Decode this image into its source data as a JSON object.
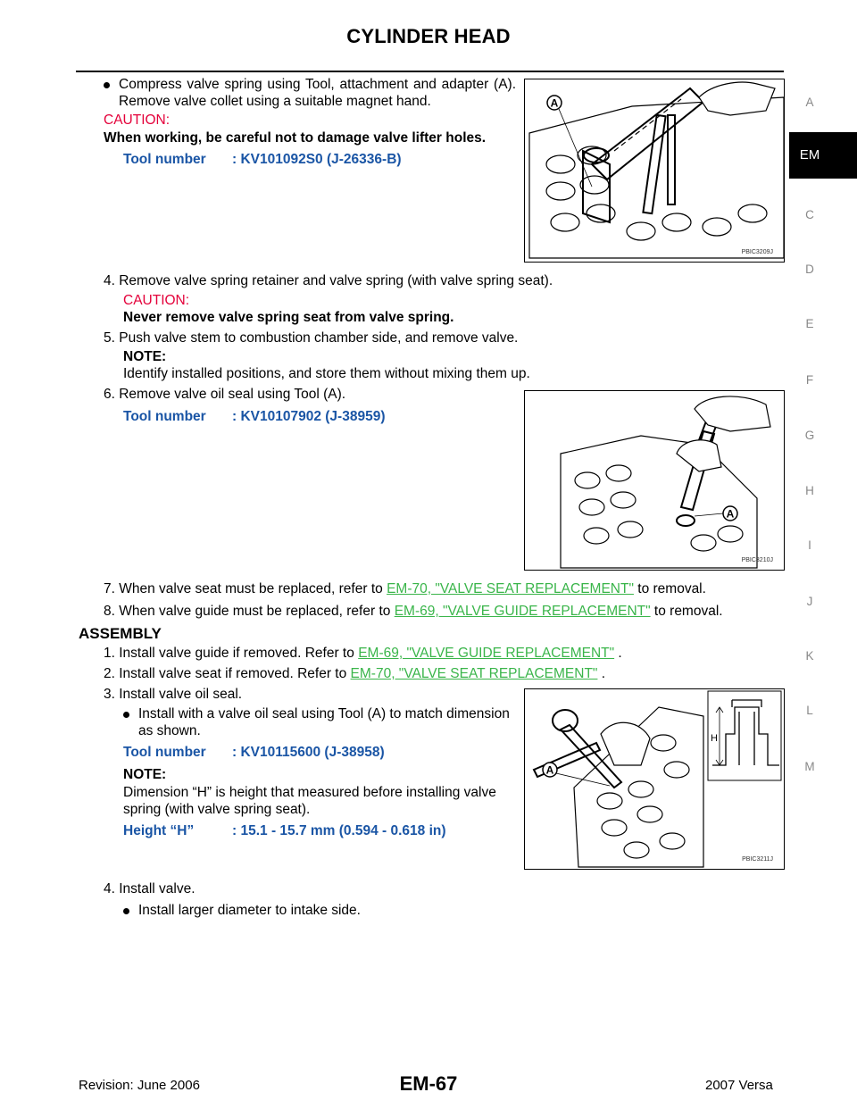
{
  "header": {
    "title": "CYLINDER HEAD"
  },
  "sidebar": {
    "letters": [
      "A",
      "C",
      "D",
      "E",
      "F",
      "G",
      "H",
      "I",
      "J",
      "K",
      "L",
      "M"
    ],
    "active": "EM"
  },
  "content": {
    "s1_bullet": "Compress valve spring using Tool, attachment and adapter (A). Remove valve collet using a suitable magnet hand.",
    "s1_caution_label": "CAUTION:",
    "s1_caution_text": "When working, be careful not to damage valve lifter holes.",
    "s1_tool_label": "Tool number",
    "s1_tool_value": ": KV101092S0 (J-26336-B)",
    "step4": "4.  Remove valve spring retainer and valve spring (with valve spring seat).",
    "step4_caution_label": "CAUTION:",
    "step4_caution_text": "Never remove valve spring seat from valve spring.",
    "step5": "5.  Push valve stem to combustion chamber side, and remove valve.",
    "step5_note_label": "NOTE:",
    "step5_note_text": "Identify installed positions, and store them without mixing them up.",
    "step6": "6.  Remove valve oil seal using Tool (A).",
    "step6_tool_label": "Tool number",
    "step6_tool_value": ": KV10107902 (J-38959)",
    "step7_pre": "7.  When valve seat must be replaced, refer to",
    "step7_link": "EM-70, \"VALVE SEAT REPLACEMENT\"",
    "step7_post": "to removal.",
    "step8_pre": "8.  When valve guide must be replaced, refer to",
    "step8_link": "EM-69, \"VALVE GUIDE REPLACEMENT\"",
    "step8_post": "to removal.",
    "assembly_heading": "ASSEMBLY",
    "a1_pre": "1.  Install valve guide if removed. Refer to",
    "a1_link": "EM-69, \"VALVE GUIDE REPLACEMENT\"",
    "a1_post": ".",
    "a2_pre": "2.  Install valve seat if removed. Refer to",
    "a2_link": "EM-70, \"VALVE SEAT REPLACEMENT\"",
    "a2_post": ".",
    "a3": "3.  Install valve oil seal.",
    "a3_bullet": "Install with a valve oil seal using Tool (A) to match dimension as shown.",
    "a3_tool_label": "Tool number",
    "a3_tool_value": ": KV10115600 (J-38958)",
    "a3_note_label": "NOTE:",
    "a3_note_text": "Dimension “H” is height that measured before installing valve spring (with valve spring seat).",
    "a3_height_label": "Height “H”",
    "a3_height_value": ": 15.1 - 15.7 mm (0.594 - 0.618 in)",
    "a4": "4.  Install valve.",
    "a4_bullet": "Install larger diameter to intake side."
  },
  "figures": {
    "fig1": {
      "code": "PBIC3209J",
      "callout": "A"
    },
    "fig2": {
      "code": "PBIC3210J",
      "callout": "A"
    },
    "fig3": {
      "code": "PBIC3211J",
      "callout": "A",
      "dim_label": "H"
    }
  },
  "footer": {
    "revision": "Revision: June 2006",
    "page": "EM-67",
    "model": "2007 Versa"
  },
  "colors": {
    "caution": "#e4003a",
    "tool": "#1a55a5",
    "link": "#3ab54a"
  }
}
